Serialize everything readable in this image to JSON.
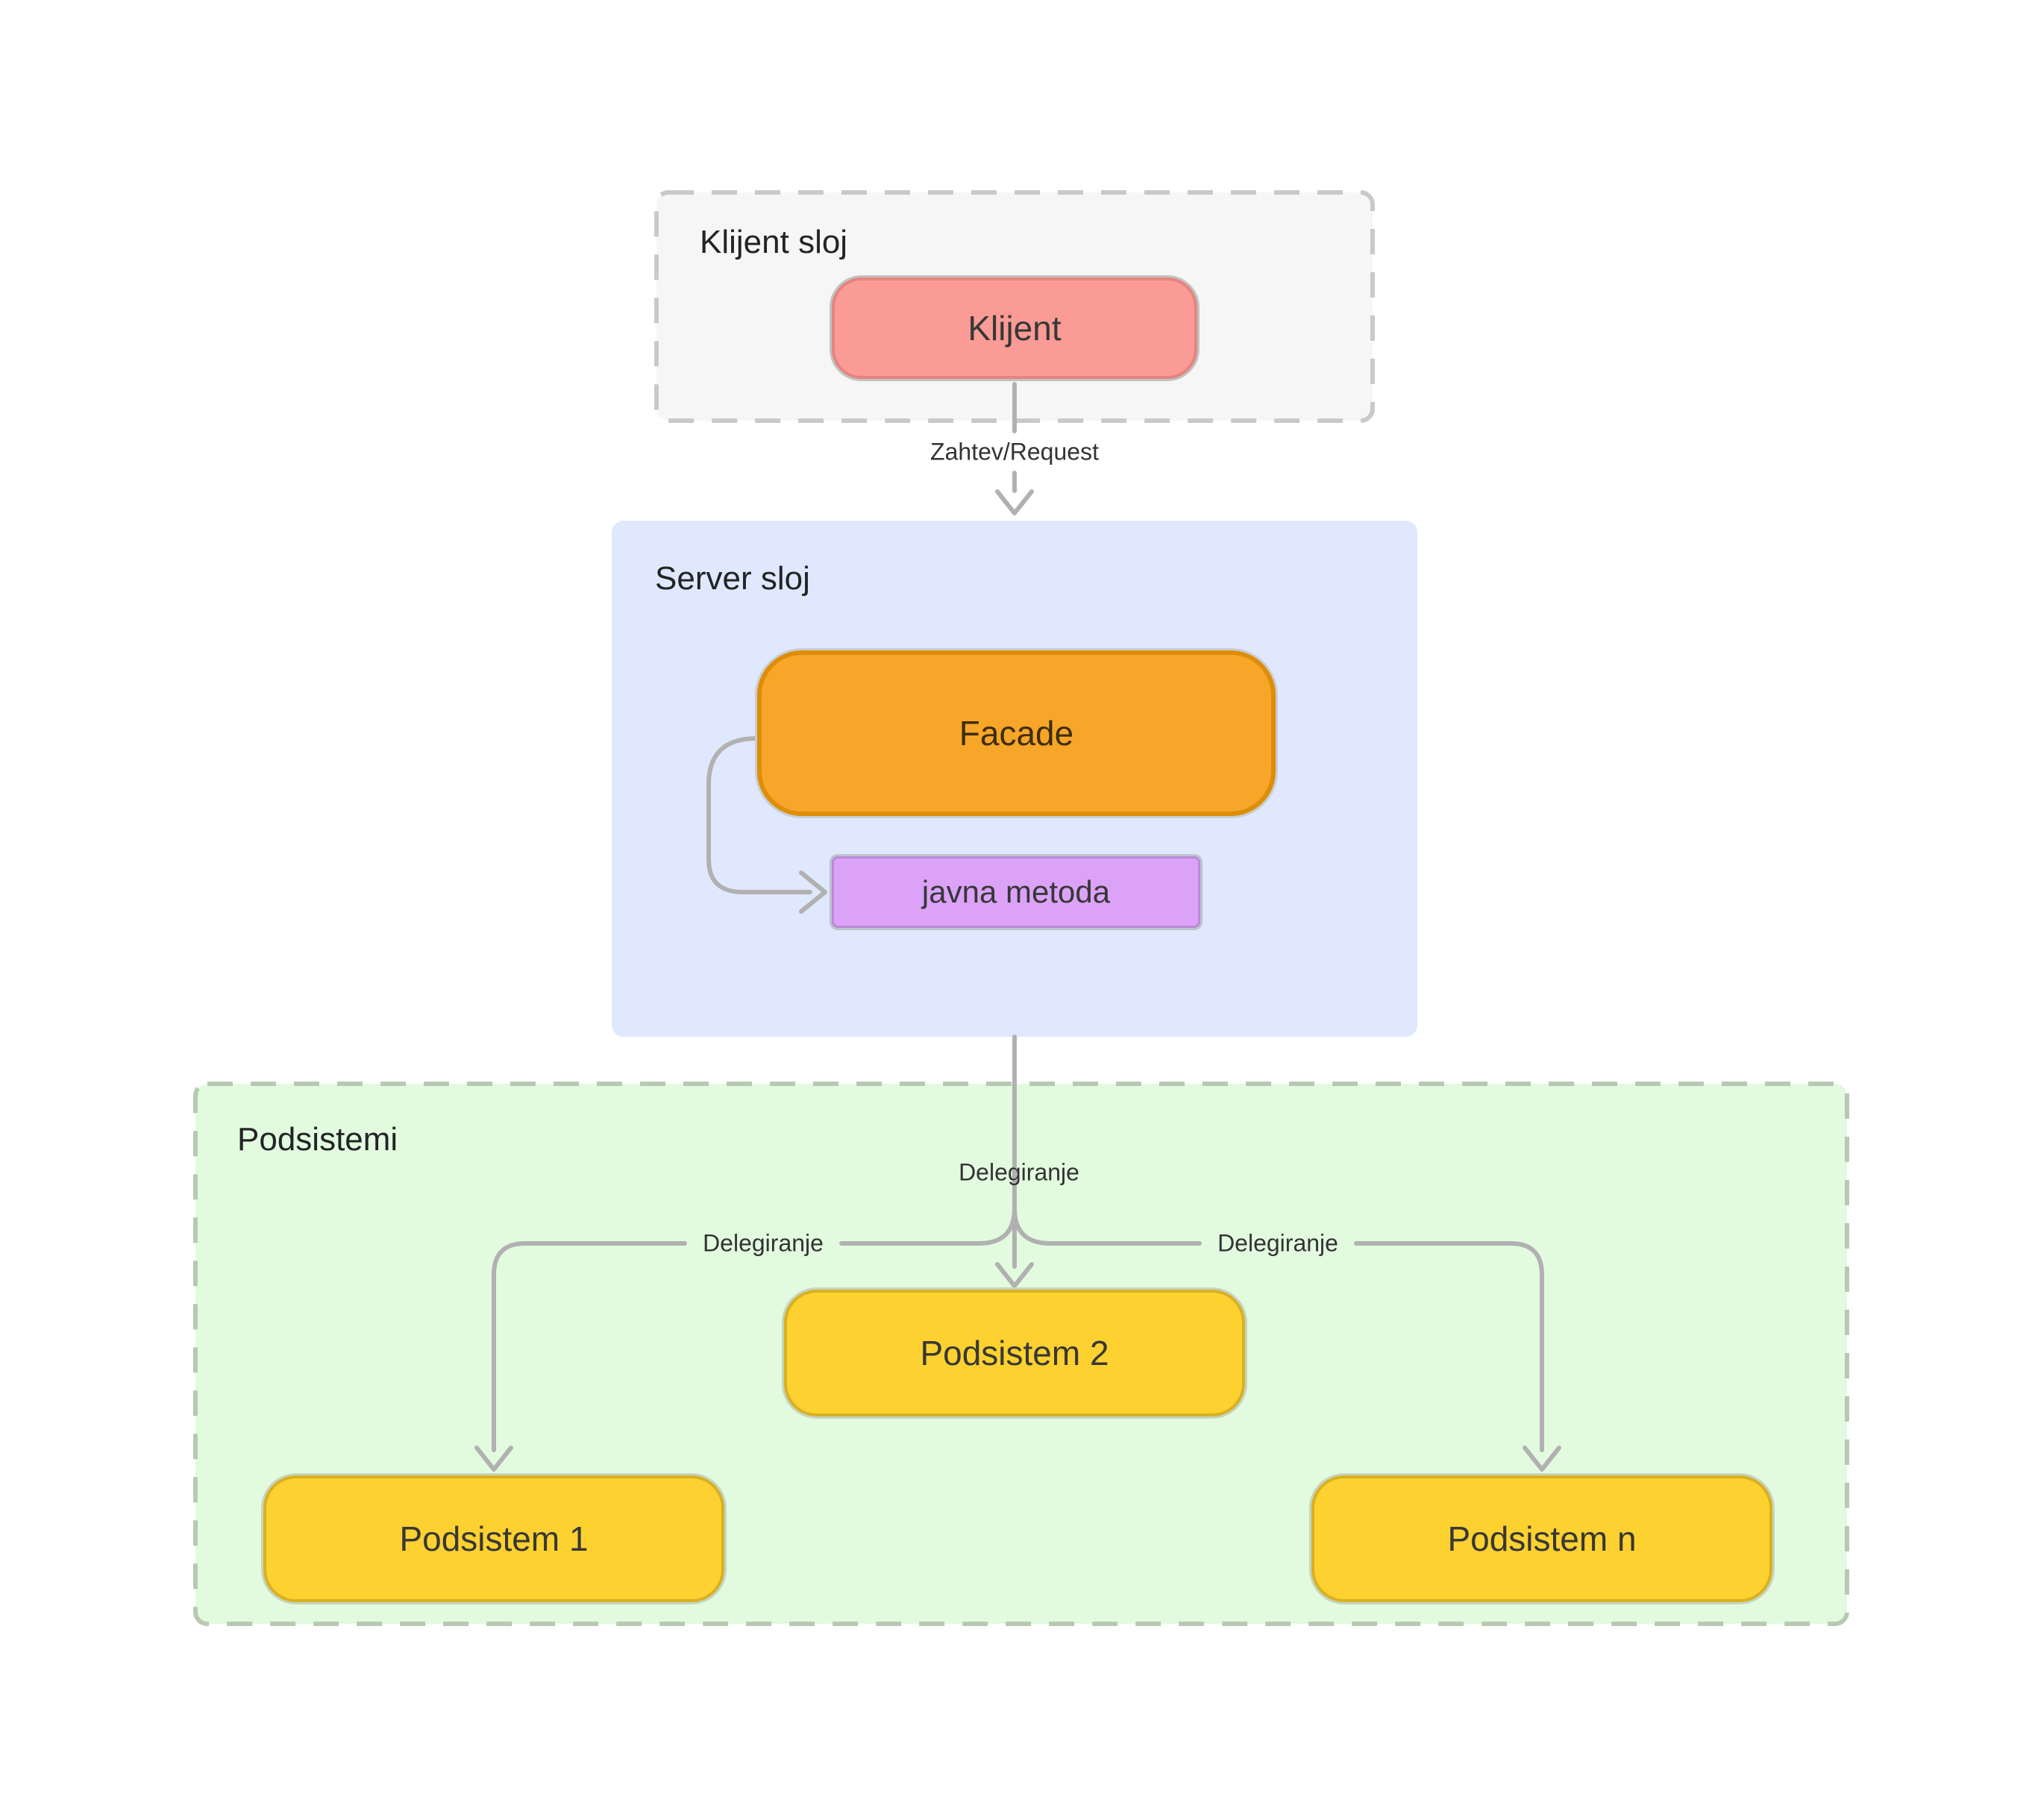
{
  "diagram": {
    "client_layer": {
      "title": "Klijent sloj",
      "node_label": "Klijent"
    },
    "server_layer": {
      "title": "Server sloj",
      "facade_label": "Facade",
      "method_label": "javna metoda"
    },
    "subsystems_layer": {
      "title": "Podsistemi",
      "node_labels": [
        "Podsistem 1",
        "Podsistem 2",
        "Podsistem n"
      ]
    },
    "edge_labels": {
      "request": "Zahtev/Request",
      "delegation_top": "Delegiranje",
      "delegation_left": "Delegiranje",
      "delegation_right": "Delegiranje"
    },
    "colors": {
      "client_layer_fill": "#f6f6f6",
      "client_layer_border": "#c9c9c9",
      "client_node_fill": "#fb9b95",
      "client_node_border": "#e5847e",
      "server_layer_fill": "#dfe8fc",
      "facade_fill": "#f7a62a",
      "facade_border": "#de8e06",
      "method_fill": "#dba2f7",
      "method_border": "#b98ad4",
      "subsystems_layer_fill": "#e2fbdf",
      "subsystems_layer_border": "#b7c9b3",
      "subsystem_fill": "#fcd130",
      "subsystem_border": "#d8b122",
      "connector": "#b1b1b1"
    }
  }
}
